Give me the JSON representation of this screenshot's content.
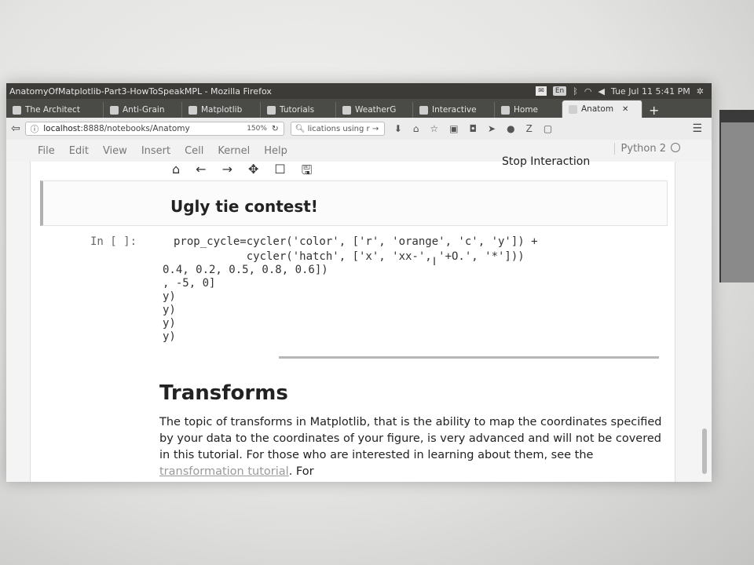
{
  "os": {
    "window_title": "AnatomyOfMatplotlib-Part3-HowToSpeakMPL - Mozilla Firefox",
    "lang": "En",
    "clock": "Tue Jul 11  5:41 PM"
  },
  "tabs": [
    {
      "label": "The Architect"
    },
    {
      "label": "Anti-Grain"
    },
    {
      "label": "Matplotlib"
    },
    {
      "label": "Tutorials"
    },
    {
      "label": "WeatherG"
    },
    {
      "label": "Interactive"
    },
    {
      "label": "Home"
    },
    {
      "label": "Anatom",
      "active": true
    }
  ],
  "nav": {
    "url_host": "localhost",
    "url_path": ":8888/notebooks/Anatomy",
    "zoom": "150%",
    "search_placeholder": "lications using r"
  },
  "menu": {
    "items": [
      "File",
      "Edit",
      "View",
      "Insert",
      "Cell",
      "Kernel",
      "Help"
    ],
    "kernel": "Python 2"
  },
  "figure": {
    "stop_label": "Stop Interaction"
  },
  "cells": {
    "md_title": "Ugly tie contest!",
    "prompt": "In [ ]:",
    "code": [
      "prop_cycle=cycler('color', ['r', 'orange', 'c', 'y']) +",
      "           cycler('hatch', ['x', 'xx-', '+O.', '*']))",
      "0.4, 0.2, 0.5, 0.8, 0.6])",
      ", -5, 0]",
      "y)",
      "y)",
      "y)",
      "y)"
    ]
  },
  "section": {
    "heading": "Transforms",
    "para_before_link": "The topic of transforms in Matplotlib, that is the ability to map the coordinates specified by your data to the coordinates of your figure, is very advanced and will not be covered in this tutorial. For those who are interested in learning about them, see the ",
    "link": "transformation tutorial",
    "para_after_link": ". For"
  }
}
